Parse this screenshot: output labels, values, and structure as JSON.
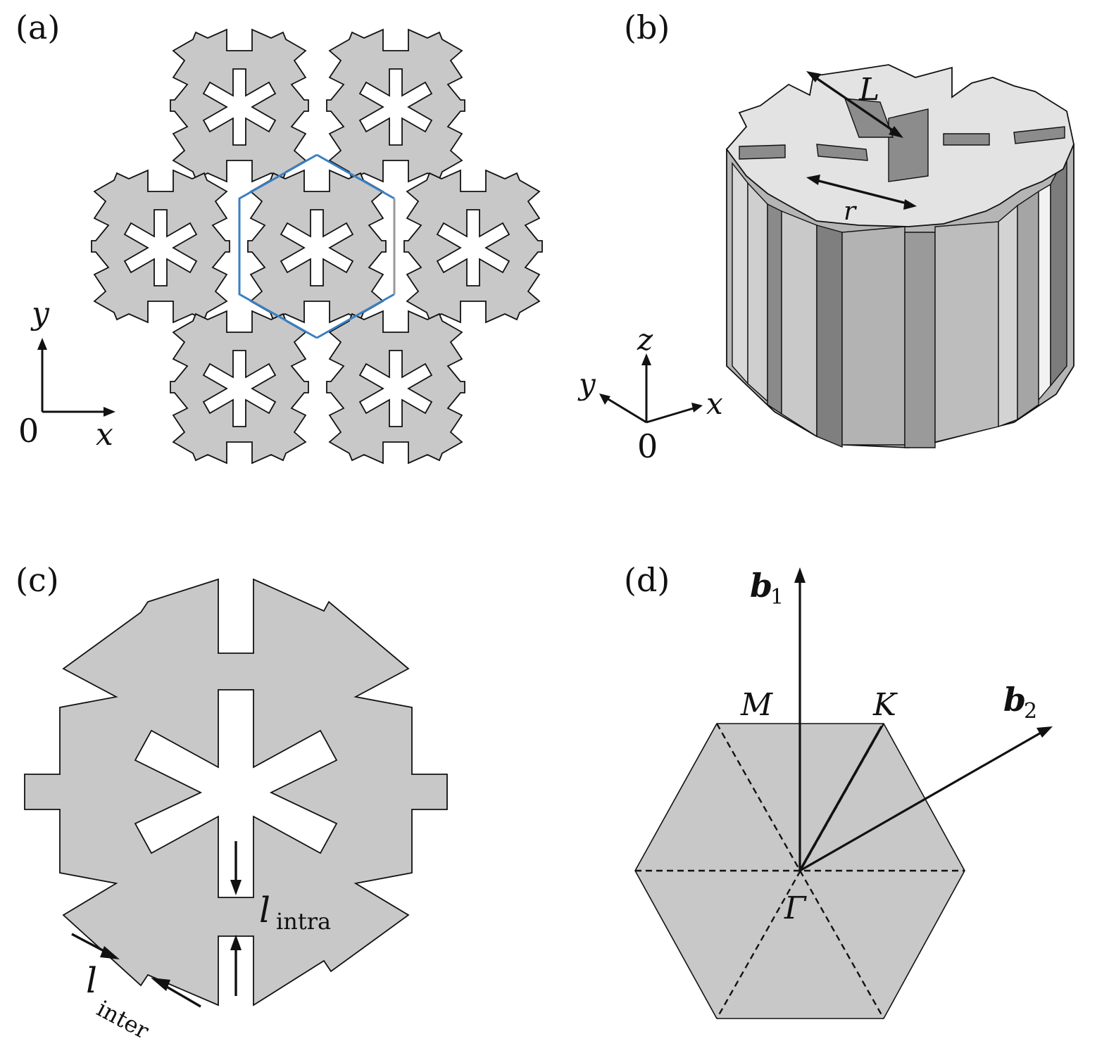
{
  "panels": {
    "a": {
      "label": "(a)",
      "axis_y": "y",
      "axis_x": "x",
      "origin": "0",
      "cell_color": "#c8c8c8",
      "unit_cell_colors": [
        "#3a7fc4",
        "#999999"
      ]
    },
    "b": {
      "label": "(b)",
      "dim_L": "L",
      "dim_r": "r",
      "axis_z": "z",
      "axis_y": "y",
      "axis_x": "x",
      "origin": "0"
    },
    "c": {
      "label": "(c)",
      "l_intra_main": "l",
      "l_intra_sub": "intra",
      "l_inter_main": "l",
      "l_inter_sub": "inter"
    },
    "d": {
      "label": "(d)",
      "b1_main": "b",
      "b1_sub": "1",
      "b2_main": "b",
      "b2_sub": "2",
      "point_M": "M",
      "point_K": "K",
      "point_Gamma": "Γ",
      "zone_color": "#c8c8c8"
    }
  }
}
